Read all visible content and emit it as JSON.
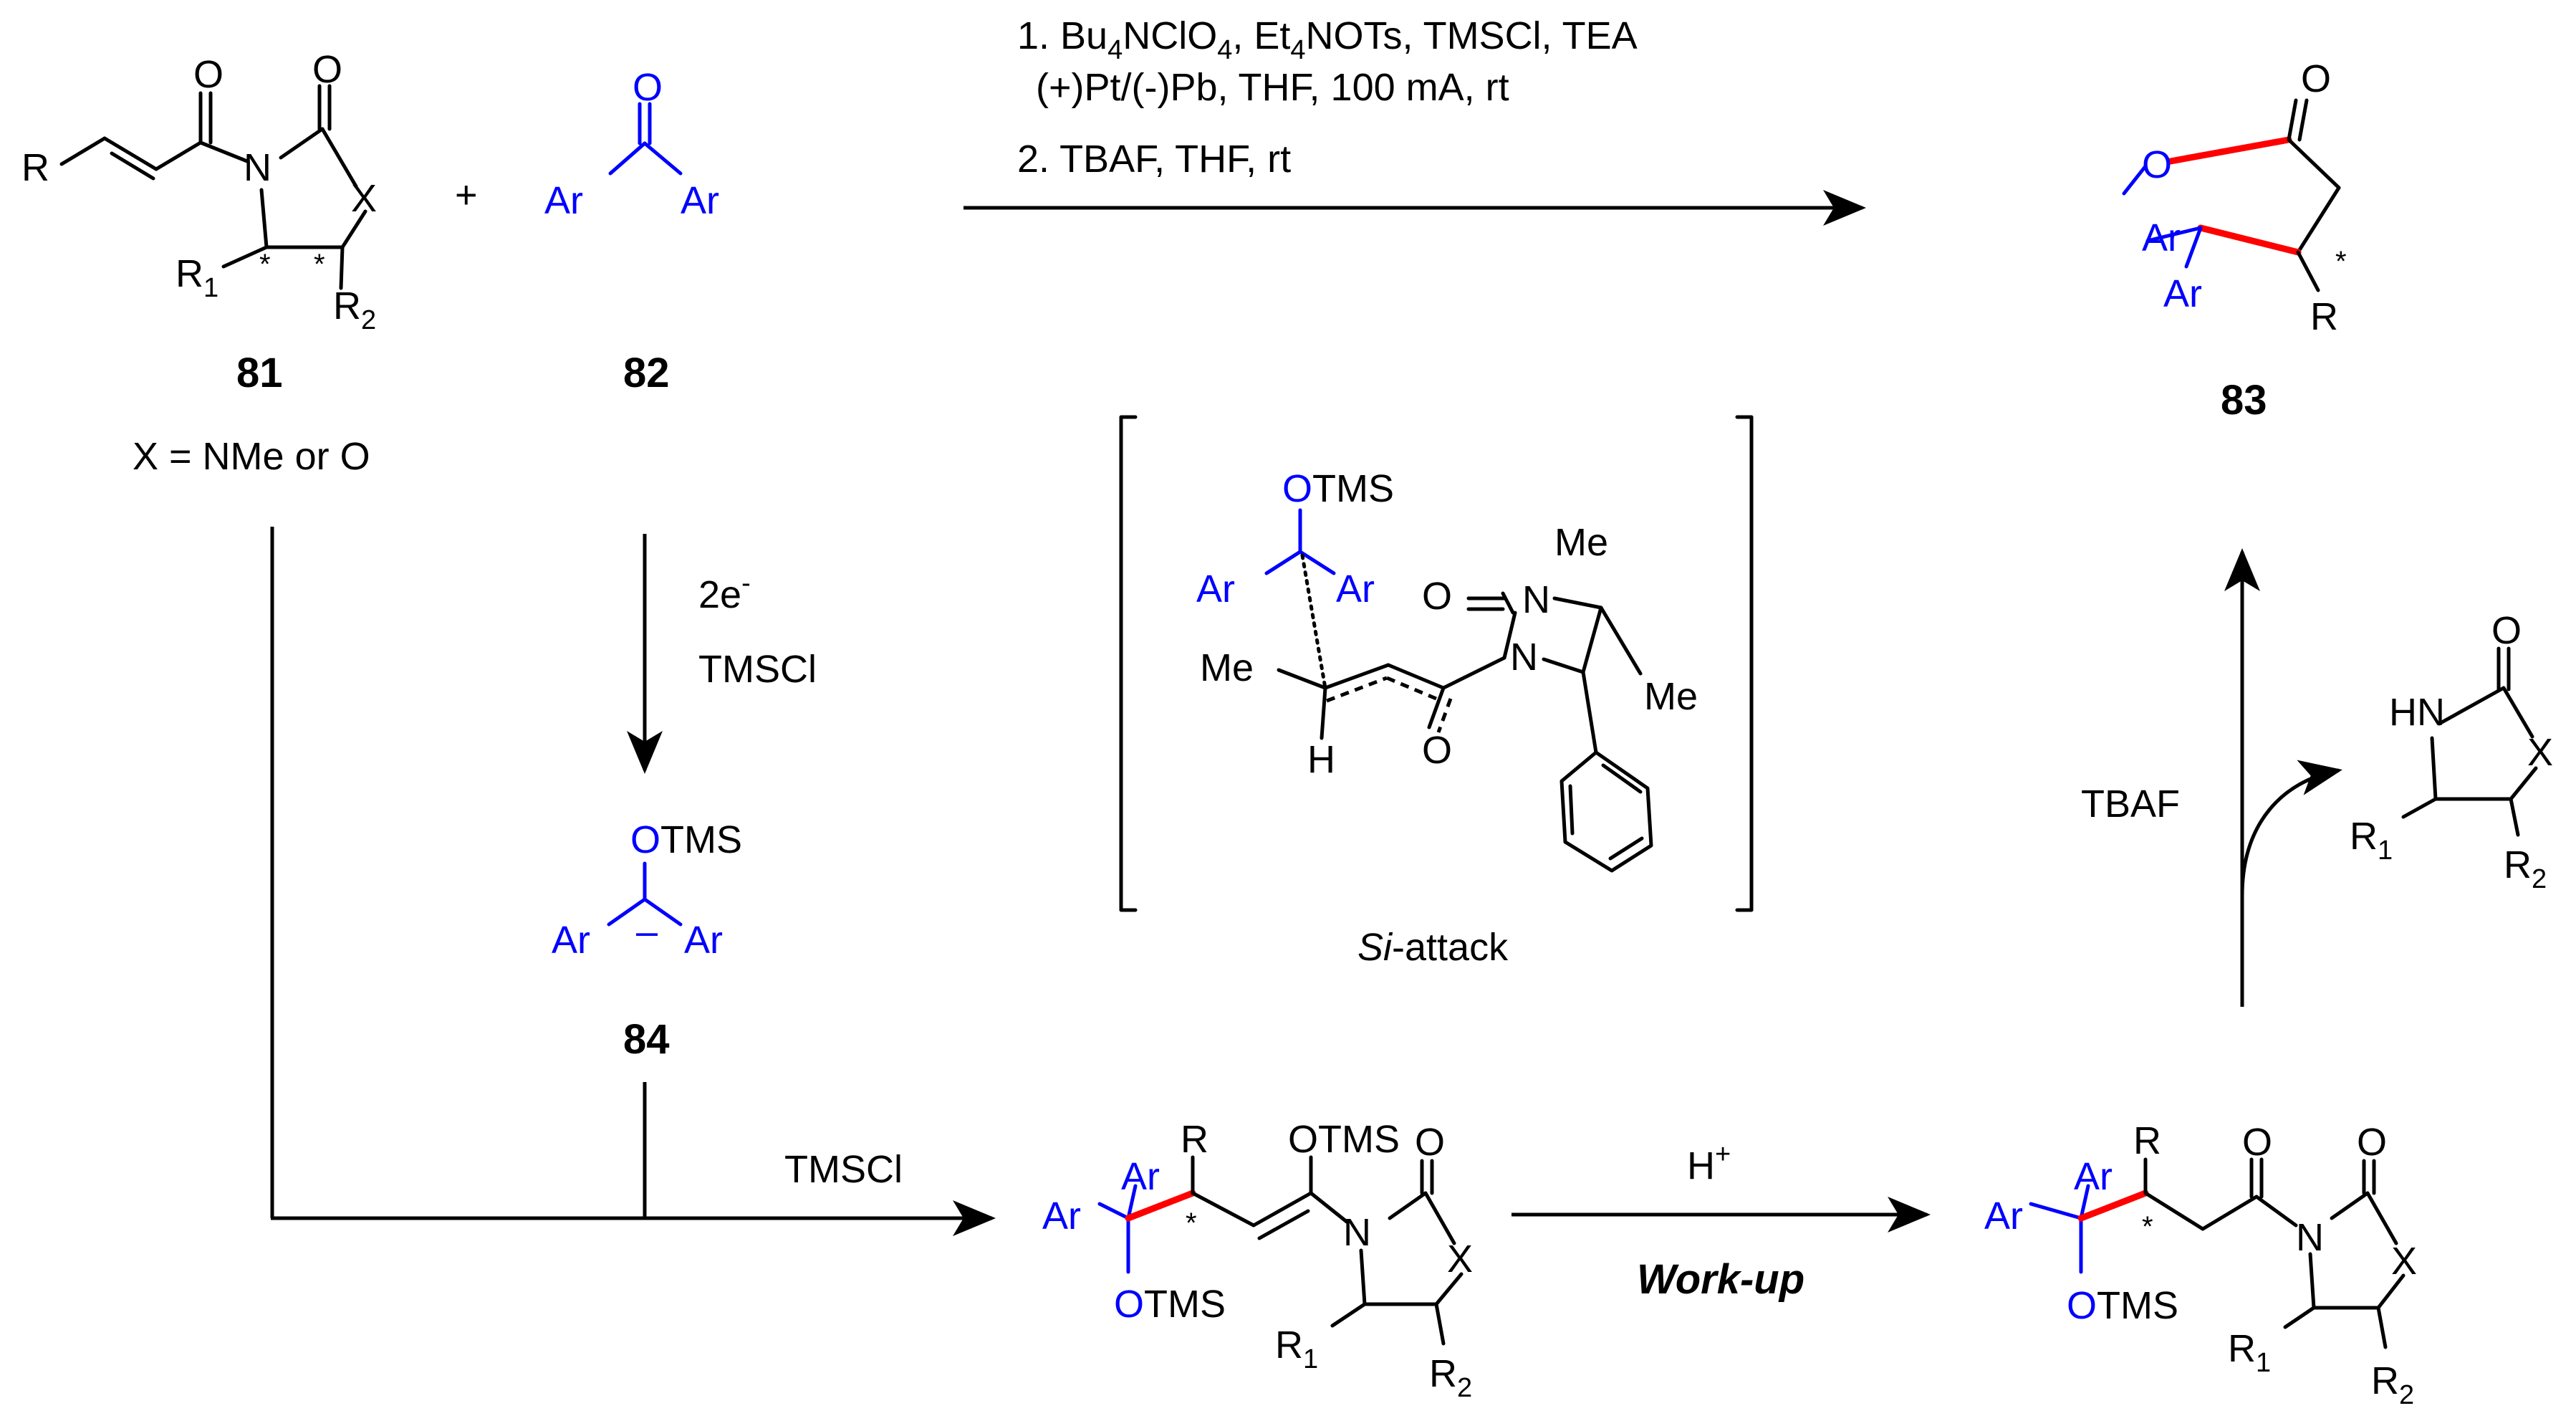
{
  "colors": {
    "ink": "#000000",
    "carbonyl_fragment": "#0000ff",
    "new_bond": "#ff0000",
    "background": "#ffffff"
  },
  "labels": {
    "R": "R",
    "O": "O",
    "N": "N",
    "X": "X",
    "Ar": "Ar",
    "H": "H",
    "Me": "Me",
    "OTMS": "OTMS",
    "TMS": "TMS",
    "HN": "HN",
    "R1_base": "R",
    "R1_sub": "1",
    "R2_base": "R",
    "R2_sub": "2",
    "star": "*",
    "minus": "–"
  },
  "compounds": {
    "c81": "81",
    "c82": "82",
    "c83": "83",
    "c84": "84",
    "x_definition": "X = NMe or O",
    "plus": "+"
  },
  "conditions": {
    "step1_a": "1. Bu",
    "step1_a_sub": "4",
    "step1_b": "NClO",
    "step1_b_sub": "4",
    "step1_c": ", Et",
    "step1_c_sub": "4",
    "step1_d": "NOTs, TMSCl, TEA",
    "step1_line2": "(+)Pt/(-)Pb, THF, 100 mA, rt",
    "step2": "2. TBAF, THF, rt",
    "two_e_base": "2e",
    "two_e_sup": "-",
    "tmscl_reduction": "TMSCl",
    "tmscl_coupling": "TMSCl",
    "h_plus_base": "H",
    "h_plus_sup": "+",
    "workup": "Work-up",
    "tbaf": "TBAF",
    "si_attack_italic": "Si",
    "si_attack_rest": "-attack"
  }
}
